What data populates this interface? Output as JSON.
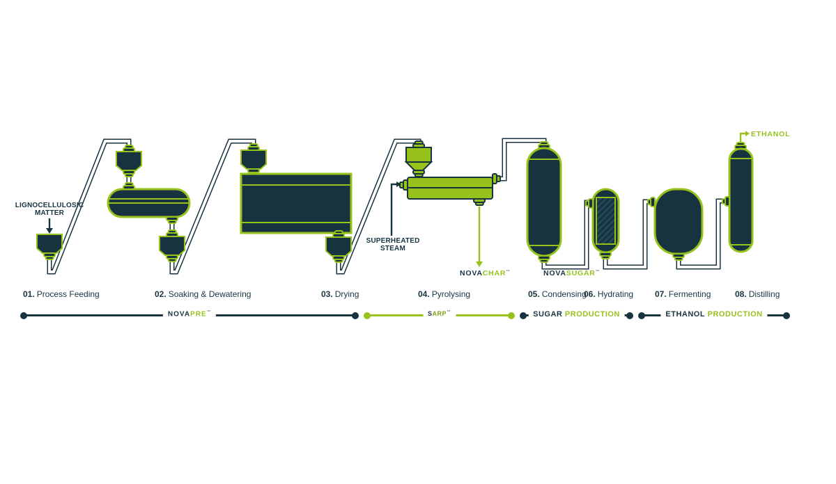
{
  "colors": {
    "navy": "#17333F",
    "green": "#97C21C"
  },
  "annotations": {
    "input": {
      "line1": "LIGNOCELLULOSIC",
      "line2": "MATTER"
    },
    "steam": {
      "line1": "SUPERHEATED",
      "line2": "STEAM"
    },
    "ethanol": "ETHANOL",
    "novachar": {
      "prefix": "NOVA",
      "suffix": "CHAR",
      "tm": "™"
    },
    "novasugar": {
      "prefix": "NOVA",
      "suffix": "SUGAR",
      "tm": "™"
    }
  },
  "steps": [
    {
      "num": "01.",
      "name": "Process Feeding"
    },
    {
      "num": "02.",
      "name": "Soaking & Dewatering"
    },
    {
      "num": "03.",
      "name": "Drying"
    },
    {
      "num": "04.",
      "name": "Pyrolysing"
    },
    {
      "num": "05.",
      "name": "Condensing"
    },
    {
      "num": "06.",
      "name": "Hydrating"
    },
    {
      "num": "07.",
      "name": "Fermenting"
    },
    {
      "num": "08.",
      "name": "Distilling"
    }
  ],
  "timeline": [
    {
      "prefix": "NOVA",
      "suffix": "PRE",
      "tm": "™"
    },
    {
      "prefix": "S",
      "suffix": "ARP",
      "tm": "™"
    },
    {
      "prefix": "SUGAR",
      "suffix": "PRODUCTION",
      "tm": ""
    },
    {
      "prefix": "ETHANOL",
      "suffix": "PRODUCTION",
      "tm": ""
    }
  ]
}
